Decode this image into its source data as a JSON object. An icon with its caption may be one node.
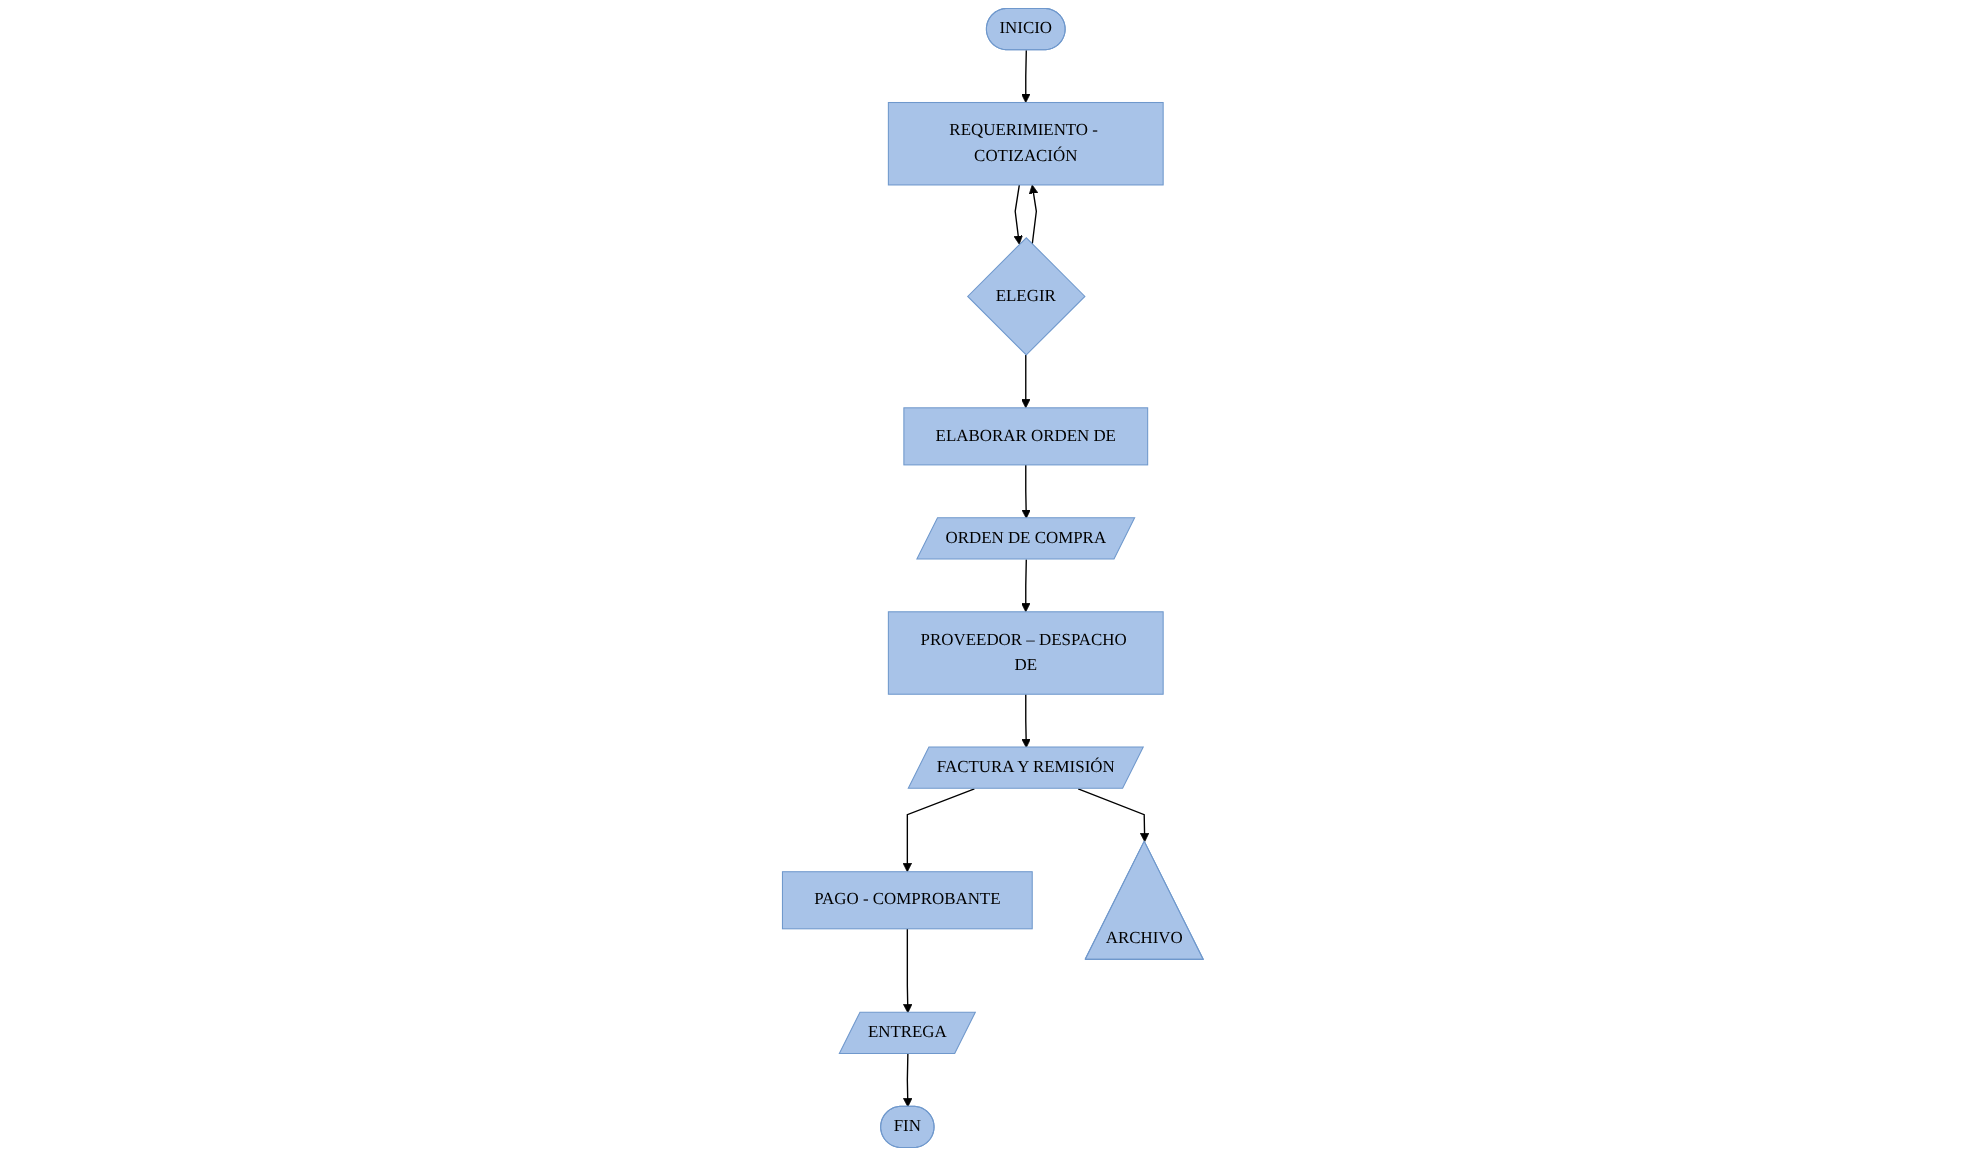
{
  "diagram": {
    "nodes": [
      {
        "text": [
          "INICIO"
        ]
      },
      {
        "text": [
          "REQUERIMIENTO - COTIZACIÓN"
        ]
      },
      {
        "text": [
          "ELEGIR"
        ]
      },
      {
        "text": [
          "ELABORAR ORDEN DE"
        ]
      },
      {
        "text": [
          "ORDEN DE COMPRA"
        ]
      },
      {
        "text": [
          "PROVEEDOR – DESPACHO DE"
        ]
      },
      {
        "text": [
          "FACTURA Y REMISIÓN"
        ]
      },
      {
        "text": [
          "PAGO - COMPROBANTE"
        ]
      },
      {
        "text": [
          "ENTREGA"
        ]
      },
      {
        "text": [
          "FIN"
        ]
      },
      {
        "text": [
          "ARCHIVO"
        ]
      }
    ],
    "edges": [
      {
        "from": 0,
        "to": 1,
        "arrow": "to"
      },
      {
        "from": 1,
        "to": 2,
        "arrow": "to"
      },
      {
        "from": 2,
        "to": 1,
        "arrow": "to"
      },
      {
        "from": 2,
        "to": 3,
        "arrow": "to"
      },
      {
        "from": 3,
        "to": 4,
        "arrow": "to"
      },
      {
        "from": 4,
        "to": 5,
        "arrow": "to"
      },
      {
        "from": 5,
        "to": 6,
        "arrow": "to"
      },
      {
        "from": 6,
        "to": 7,
        "arrow": "to"
      },
      {
        "from": 7,
        "to": 8,
        "arrow": "to"
      },
      {
        "from": 8,
        "to": 9,
        "arrow": "to"
      },
      {
        "from": 6,
        "to": 10,
        "arrow": "to"
      }
    ]
  }
}
